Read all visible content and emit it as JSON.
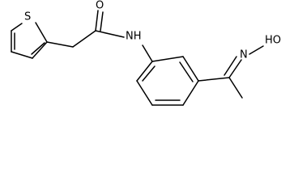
{
  "molecule": {
    "atoms": {
      "oxygen_carbonyl": "O",
      "sulfur_thiophene": "S",
      "nitrogen_amide": "NH",
      "nitrogen_oxime": "N",
      "hydroxyl_oxime": "HO"
    }
  }
}
